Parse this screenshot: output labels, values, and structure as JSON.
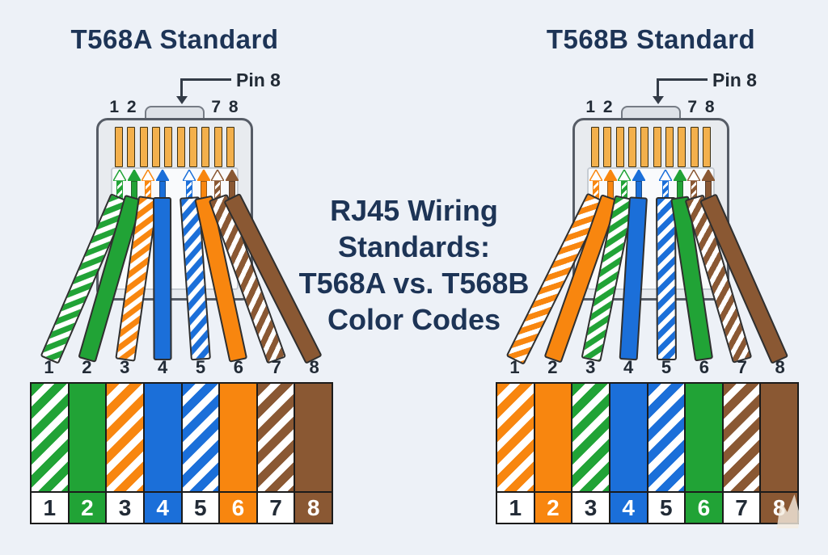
{
  "background": "#edf1f7",
  "colors": {
    "navy": "#1d3456",
    "ink": "#222b36",
    "line": "#333b47",
    "green": "#21a336",
    "orange": "#f8860f",
    "blue": "#1b6fd9",
    "brown": "#8a5833",
    "pin_gold": "#f3b04c",
    "connector_body": "#e8ebef",
    "table_border": "#1b1b1b"
  },
  "center_text": {
    "lines": [
      "RJ45 Wiring",
      "Standards:",
      "T568A vs. T568B",
      "Color Codes"
    ]
  },
  "diagrams": [
    {
      "id": "t568a",
      "title": "T568A Standard",
      "callout_label": "Pin 8",
      "pins_left_label": "1 2",
      "pins_right_label": "7 8",
      "wires": [
        {
          "pin": "1",
          "color_name": "White/Green",
          "style": "striped",
          "color_key": "green"
        },
        {
          "pin": "2",
          "color_name": "Green",
          "style": "solid",
          "color_key": "green"
        },
        {
          "pin": "3",
          "color_name": "White/Orange",
          "style": "striped",
          "color_key": "orange"
        },
        {
          "pin": "4",
          "color_name": "Blue",
          "style": "solid",
          "color_key": "blue"
        },
        {
          "pin": "5",
          "color_name": "White/Blue",
          "style": "striped",
          "color_key": "blue"
        },
        {
          "pin": "6",
          "color_name": "Orange",
          "style": "solid",
          "color_key": "orange"
        },
        {
          "pin": "7",
          "color_name": "White/Brown",
          "style": "striped",
          "color_key": "brown"
        },
        {
          "pin": "8",
          "color_name": "Brown",
          "style": "solid",
          "color_key": "brown"
        }
      ]
    },
    {
      "id": "t568b",
      "title": "T568B Standard",
      "callout_label": "Pin 8",
      "pins_left_label": "1 2",
      "pins_right_label": "7 8",
      "wires": [
        {
          "pin": "1",
          "color_name": "White/Orange",
          "style": "striped",
          "color_key": "orange"
        },
        {
          "pin": "2",
          "color_name": "Orange",
          "style": "solid",
          "color_key": "orange"
        },
        {
          "pin": "3",
          "color_name": "White/Green",
          "style": "striped",
          "color_key": "green"
        },
        {
          "pin": "4",
          "color_name": "Blue",
          "style": "solid",
          "color_key": "blue"
        },
        {
          "pin": "5",
          "color_name": "White/Blue",
          "style": "striped",
          "color_key": "blue"
        },
        {
          "pin": "6",
          "color_name": "Green",
          "style": "solid",
          "color_key": "green"
        },
        {
          "pin": "7",
          "color_name": "White/Brown",
          "style": "striped",
          "color_key": "brown"
        },
        {
          "pin": "8",
          "color_name": "Brown",
          "style": "solid",
          "color_key": "brown"
        }
      ]
    }
  ]
}
